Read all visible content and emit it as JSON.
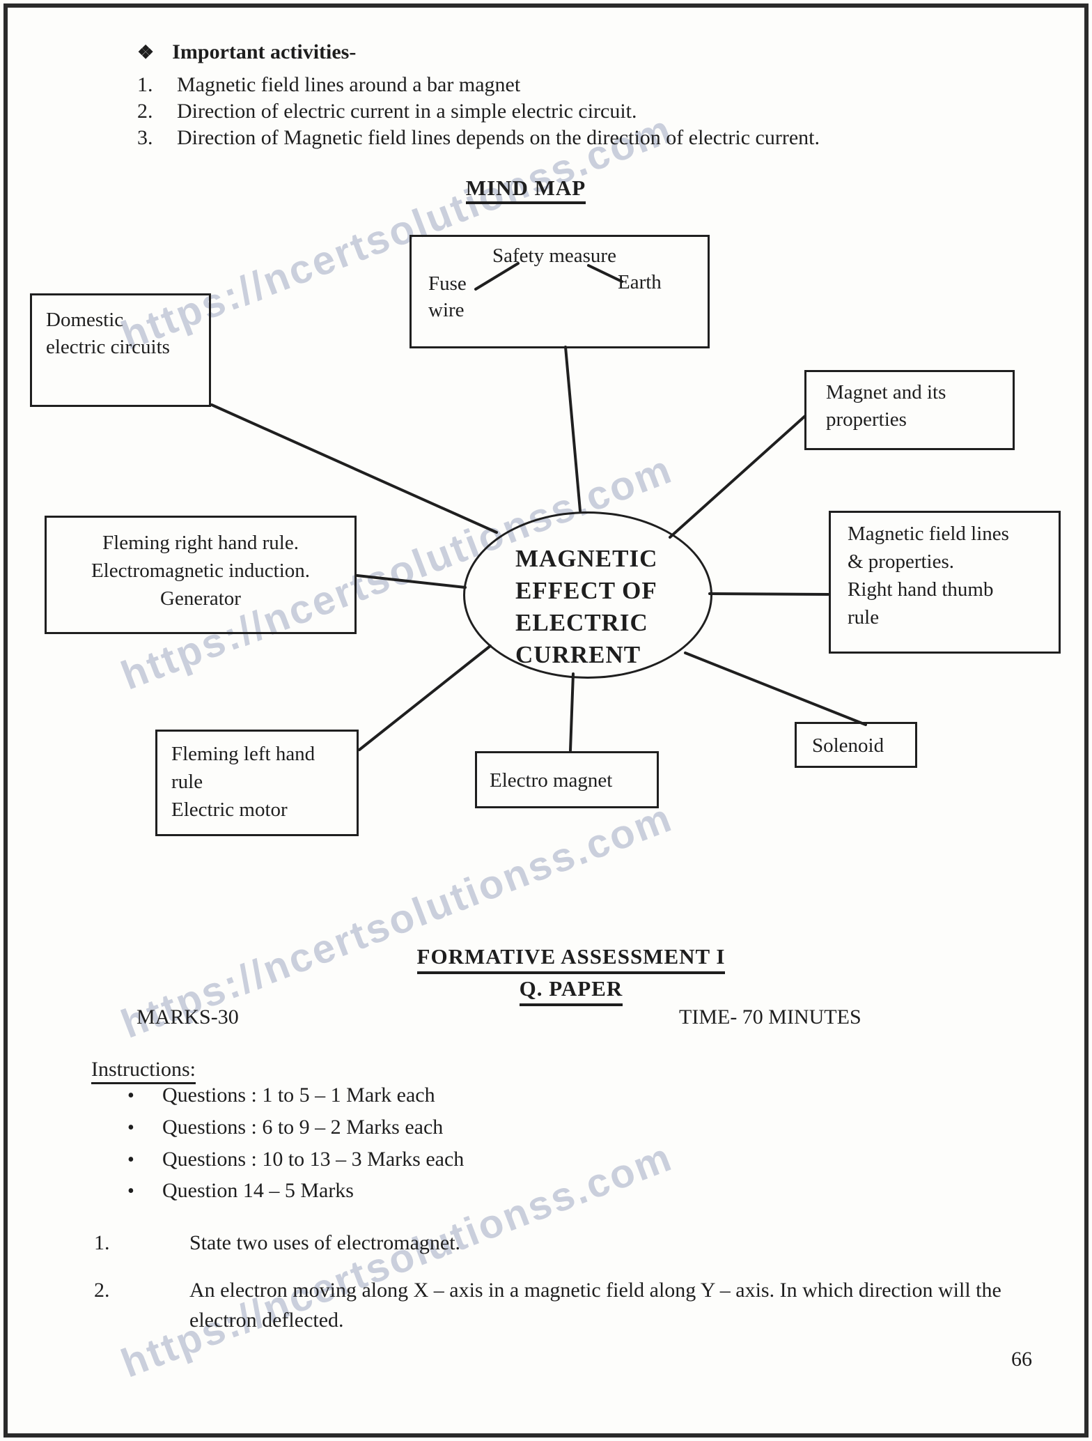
{
  "page": {
    "watermark": "https://ncertsolutionss.com",
    "number": "66"
  },
  "activities": {
    "bullet": "❖",
    "heading": "Important activities-",
    "items": [
      {
        "num": "1.",
        "text": "Magnetic field lines around a bar magnet"
      },
      {
        "num": "2.",
        "text": "Direction of electric current in a simple electric circuit."
      },
      {
        "num": "3.",
        "text": "Direction of Magnetic field lines depends on the direction of electric current."
      }
    ]
  },
  "mindmap": {
    "heading": "MIND MAP",
    "center_lines": [
      "MAGNETIC",
      "EFFECT OF",
      "ELECTRIC",
      "CURRENT"
    ],
    "safety_box": {
      "title": "Safety measure",
      "left_lines": [
        "Fuse",
        "wire"
      ],
      "right": "Earth"
    },
    "boxes": {
      "domestic": {
        "lines": [
          "Domestic",
          "electric circuits"
        ]
      },
      "magnet_properties": {
        "lines": [
          "Magnet and its",
          "properties"
        ]
      },
      "fleming_right": {
        "lines": [
          "Fleming right hand rule.",
          "Electromagnetic induction.",
          "Generator"
        ]
      },
      "field_lines": {
        "lines": [
          "Magnetic field lines",
          "& properties.",
          "Right hand thumb",
          "rule"
        ]
      },
      "fleming_left": {
        "lines": [
          "Fleming left hand",
          "rule",
          "Electric motor"
        ]
      },
      "electro_magnet": {
        "lines": [
          "Electro magnet"
        ]
      },
      "solenoid": {
        "lines": [
          "Solenoid"
        ]
      }
    }
  },
  "assessment": {
    "title": "FORMATIVE ASSESSMENT I",
    "subtitle": "Q. PAPER",
    "marks": "MARKS-30",
    "time": "TIME- 70 MINUTES",
    "instructions_label": "Instructions:",
    "bullet": "•",
    "instructions": [
      "Questions : 1 to 5 – 1 Mark each",
      "Questions : 6 to 9 – 2 Marks each",
      "Questions : 10 to 13 – 3 Marks each",
      "Question 14 – 5 Marks"
    ],
    "questions": [
      {
        "num": "1.",
        "text": "State two uses of electromagnet."
      },
      {
        "num": "2.",
        "text": "An electron moving along X – axis in a magnetic field along Y – axis. In which direction will the electron deflected."
      }
    ]
  }
}
